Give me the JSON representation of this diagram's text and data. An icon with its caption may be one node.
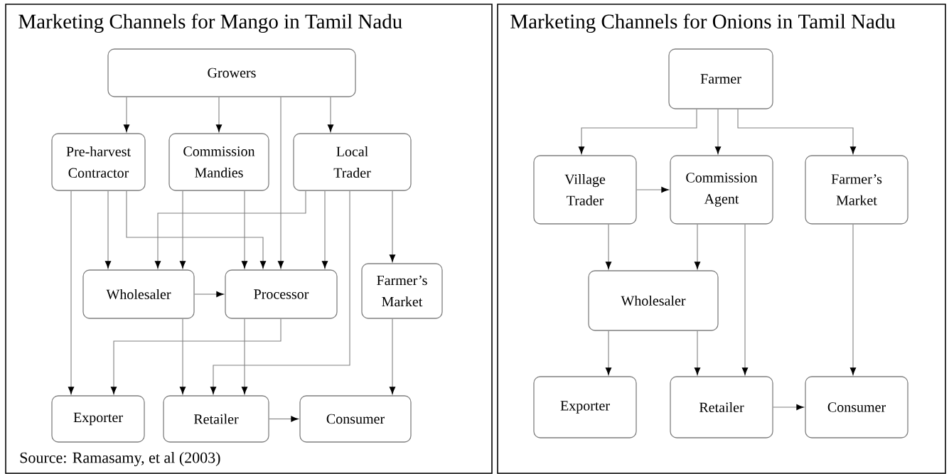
{
  "diagram": {
    "nodes": [
      {
        "text": [
          "Marketing Channels for Mango in Tamil Nadu"
        ]
      },
      {
        "text": [
          "Growers"
        ],
        "in": 0
      },
      {
        "text": [
          "Pre-harvest Contractor"
        ],
        "in": 0
      },
      {
        "text": [
          "Commission Mandies"
        ],
        "in": 0
      },
      {
        "text": [
          "Local Trader"
        ],
        "in": 0
      },
      {
        "text": [
          "Wholesaler"
        ],
        "in": 0
      },
      {
        "text": [
          "Processor"
        ],
        "in": 0
      },
      {
        "text": [
          "Farmer’s Market"
        ],
        "in": 0
      },
      {
        "text": [
          "Exporter"
        ],
        "in": 0
      },
      {
        "text": [
          "Retailer"
        ],
        "in": 0
      },
      {
        "text": [
          "Consumer"
        ],
        "in": 0
      },
      {
        "text": [
          "Marketing Channels for Onions in Tamil Nadu"
        ]
      },
      {
        "text": [
          "Farmer"
        ],
        "in": 11
      },
      {
        "text": [
          "Village Trader"
        ],
        "in": 11
      },
      {
        "text": [
          "Commission Agent"
        ],
        "in": 11
      },
      {
        "text": [
          "Farmer’s Market"
        ],
        "in": 11
      },
      {
        "text": [
          "Wholesaler"
        ],
        "in": 11
      },
      {
        "text": [
          "Exporter"
        ],
        "in": 11
      },
      {
        "text": [
          "Retailer"
        ],
        "in": 11
      },
      {
        "text": [
          "Consumer"
        ],
        "in": 11
      }
    ],
    "edges": [
      {
        "from": 1,
        "to": 2,
        "arrow": "to"
      },
      {
        "from": 1,
        "to": 3,
        "arrow": "to"
      },
      {
        "from": 1,
        "to": 6,
        "arrow": "to"
      },
      {
        "from": 1,
        "to": 4,
        "arrow": "to"
      },
      {
        "from": 2,
        "to": 8,
        "arrow": "to"
      },
      {
        "from": 2,
        "to": 5,
        "arrow": "to"
      },
      {
        "from": 2,
        "to": 6,
        "arrow": "to"
      },
      {
        "from": 3,
        "to": 5,
        "arrow": "to"
      },
      {
        "from": 3,
        "to": 6,
        "arrow": "to"
      },
      {
        "from": 4,
        "to": 5,
        "arrow": "to"
      },
      {
        "from": 4,
        "to": 6,
        "arrow": "to"
      },
      {
        "from": 4,
        "to": 9,
        "arrow": "to"
      },
      {
        "from": 4,
        "to": 7,
        "arrow": "to"
      },
      {
        "from": 5,
        "to": 6,
        "arrow": "to"
      },
      {
        "from": 5,
        "to": 9,
        "arrow": "to"
      },
      {
        "from": 6,
        "to": 9,
        "arrow": "to"
      },
      {
        "from": 6,
        "to": 8,
        "arrow": "to"
      },
      {
        "from": 7,
        "to": 10,
        "arrow": "to"
      },
      {
        "from": 9,
        "to": 10,
        "arrow": "to"
      },
      {
        "from": 12,
        "to": 13,
        "arrow": "to"
      },
      {
        "from": 12,
        "to": 14,
        "arrow": "to"
      },
      {
        "from": 12,
        "to": 15,
        "arrow": "to"
      },
      {
        "from": 13,
        "to": 14,
        "arrow": "to"
      },
      {
        "from": 13,
        "to": 16,
        "arrow": "to"
      },
      {
        "from": 14,
        "to": 16,
        "arrow": "to"
      },
      {
        "from": 14,
        "to": 18,
        "arrow": "to"
      },
      {
        "from": 16,
        "to": 17,
        "arrow": "to"
      },
      {
        "from": 16,
        "to": 18,
        "arrow": "to"
      },
      {
        "from": 15,
        "to": 19,
        "arrow": "to"
      },
      {
        "from": 18,
        "to": 19,
        "arrow": "to"
      }
    ],
    "labels": [
      "Source: Ramasamy, et al (2003)"
    ]
  }
}
